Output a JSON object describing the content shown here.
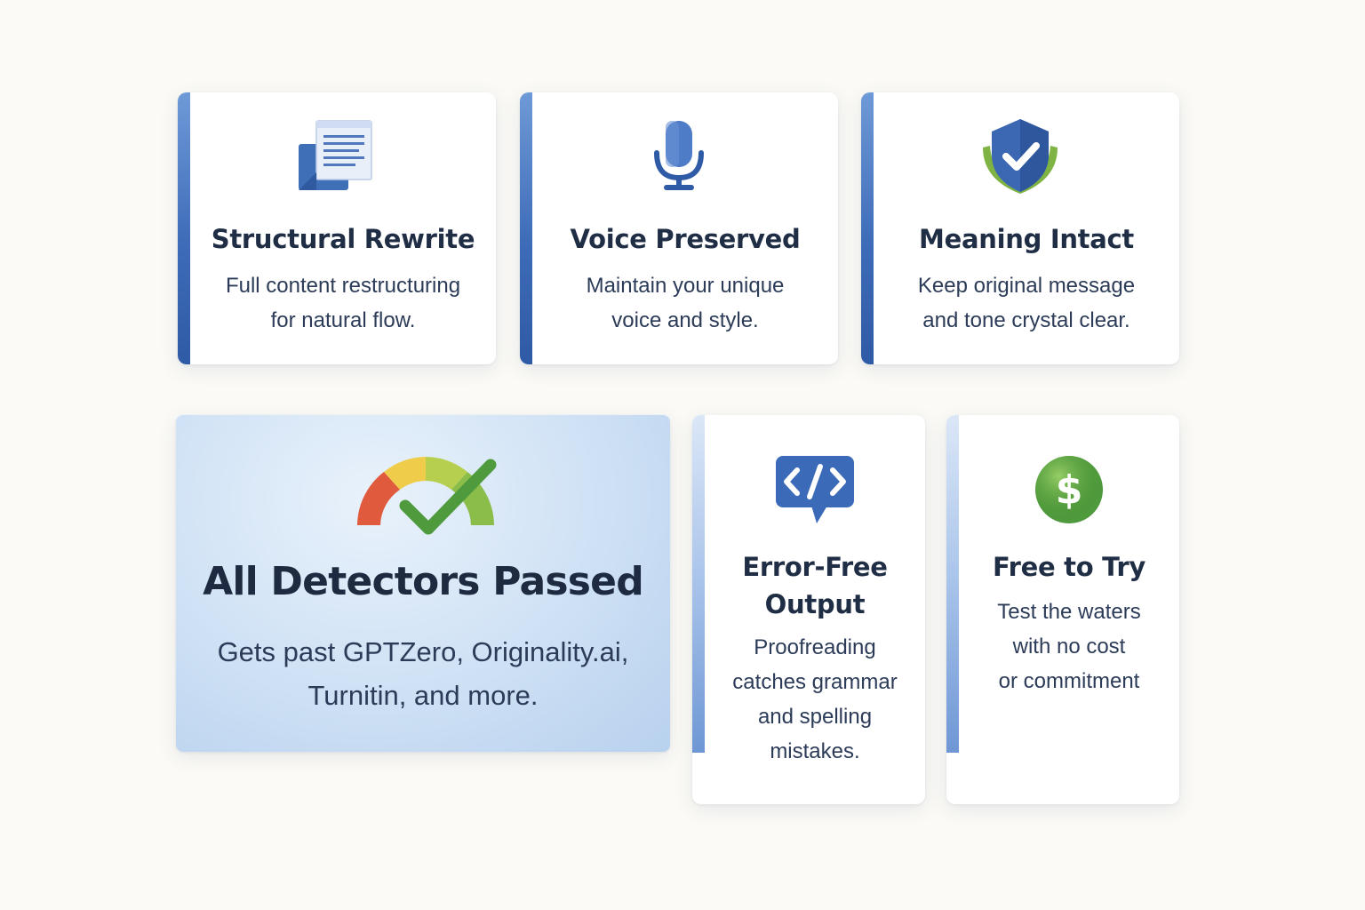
{
  "features": {
    "structural": {
      "title": "Structural Rewrite",
      "desc_line1": "Full content restructuring",
      "desc_line2": "for natural flow.",
      "icon": "document-icon"
    },
    "voice": {
      "title": "Voice Preserved",
      "desc_line1": "Maintain your unique",
      "desc_line2": "voice and style.",
      "icon": "microphone-icon"
    },
    "meaning": {
      "title": "Meaning Intact",
      "desc_line1": "Keep original message",
      "desc_line2": "and tone crystal clear.",
      "icon": "shield-check-icon"
    },
    "detectors": {
      "title": "All Detectors Passed",
      "desc_line1": "Gets past GPTZero, Originality.ai,",
      "desc_line2": "Turnitin, and more.",
      "icon": "gauge-check-icon"
    },
    "errorfree": {
      "title_line1": "Error-Free",
      "title_line2": "Output",
      "desc_line1": "Proofreading",
      "desc_line2": "catches grammar",
      "desc_line3": "and spelling",
      "desc_line4": "mistakes.",
      "icon": "code-bubble-icon"
    },
    "free": {
      "title": "Free to Try",
      "desc_line1": "Test the waters",
      "desc_line2": "with no cost",
      "desc_line3": "or commitment",
      "icon": "dollar-coin-icon"
    }
  },
  "colors": {
    "accent_blue": "#3e6cb8",
    "gauge_red": "#e05a3e",
    "gauge_yellow": "#efcd4a",
    "gauge_green": "#8bbd4a",
    "check_green": "#4f9a3c",
    "background": "#fbfaf6"
  }
}
